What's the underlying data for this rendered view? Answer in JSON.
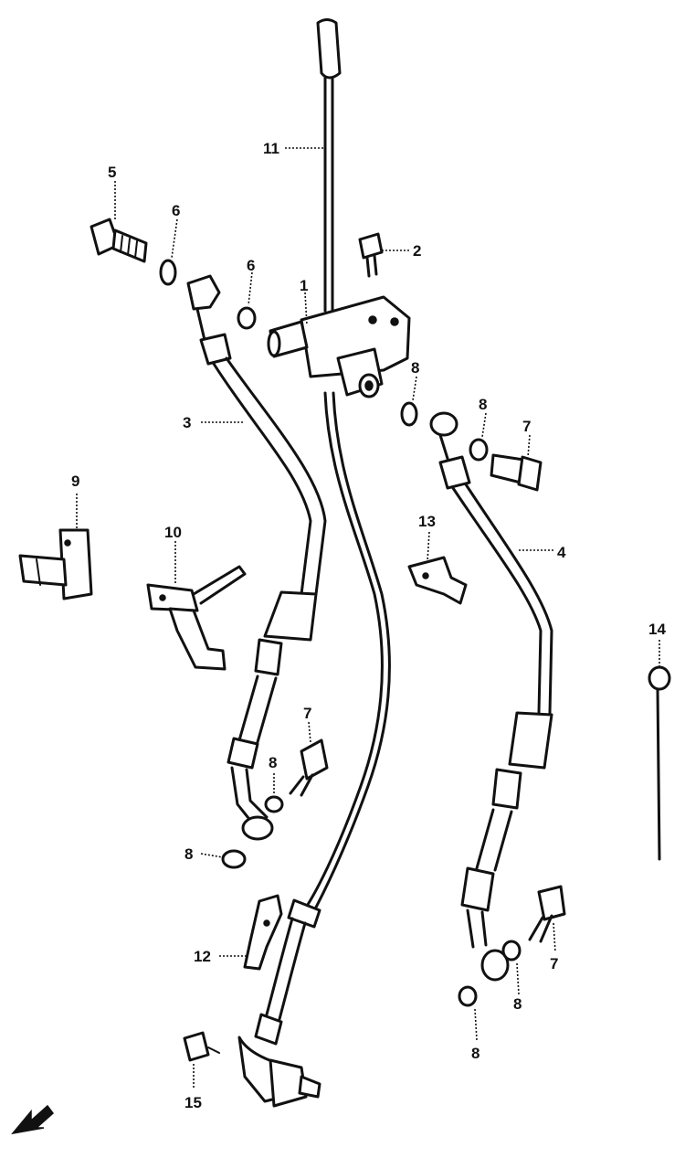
{
  "callouts": {
    "n1": "1",
    "n2": "2",
    "n3": "3",
    "n4": "4",
    "n5": "5",
    "n6a": "6",
    "n6b": "6",
    "n7a": "7",
    "n7b": "7",
    "n7c": "7",
    "n8a": "8",
    "n8b": "8",
    "n8c": "8",
    "n8d": "8",
    "n8e": "8",
    "n8f": "8",
    "n9": "9",
    "n10": "10",
    "n11": "11",
    "n12": "12",
    "n13": "13",
    "n14": "14",
    "n15": "15"
  },
  "colors": {
    "ink": "#111111",
    "paper": "#ffffff"
  },
  "icons": {
    "direction": "front-direction-arrow-icon"
  }
}
